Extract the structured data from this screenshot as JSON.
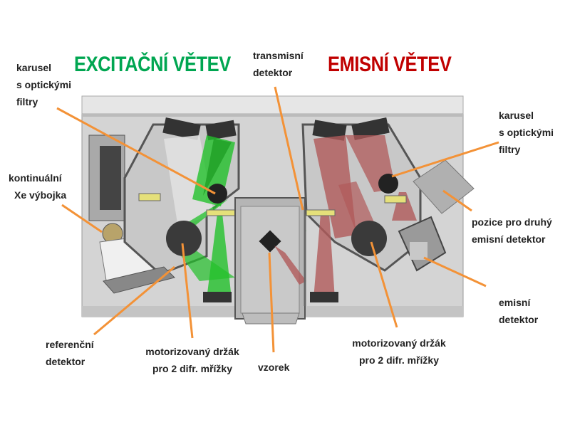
{
  "titles": {
    "excitation": "EXCITAČNÍ VĚTEV",
    "emission": "EMISNÍ VĚTEV"
  },
  "colors": {
    "excitation": "#00a651",
    "emission": "#c00000",
    "leader": "#f39237",
    "green_beam": "#22c02a",
    "red_beam": "#b05a5a"
  },
  "labels": {
    "carousel_left": [
      "karusel",
      "s optickými",
      "filtry"
    ],
    "transmission_detector": [
      "transmisní",
      "detektor"
    ],
    "lamp": [
      "kontinuální",
      "Xe výbojka"
    ],
    "carousel_right": [
      "karusel",
      "s optickými",
      "filtry"
    ],
    "second_detector": [
      "pozice pro druhý",
      "emisní detektor"
    ],
    "emission_detector": [
      "emisní",
      "detektor"
    ],
    "reference_detector": [
      "referenční",
      "detektor"
    ],
    "grating_left": [
      "motorizovaný držák",
      "pro 2 difr. mřížky"
    ],
    "sample": [
      "vzorek"
    ],
    "grating_right": [
      "motorizovaný držák",
      "pro 2 difr. mřížky"
    ]
  }
}
